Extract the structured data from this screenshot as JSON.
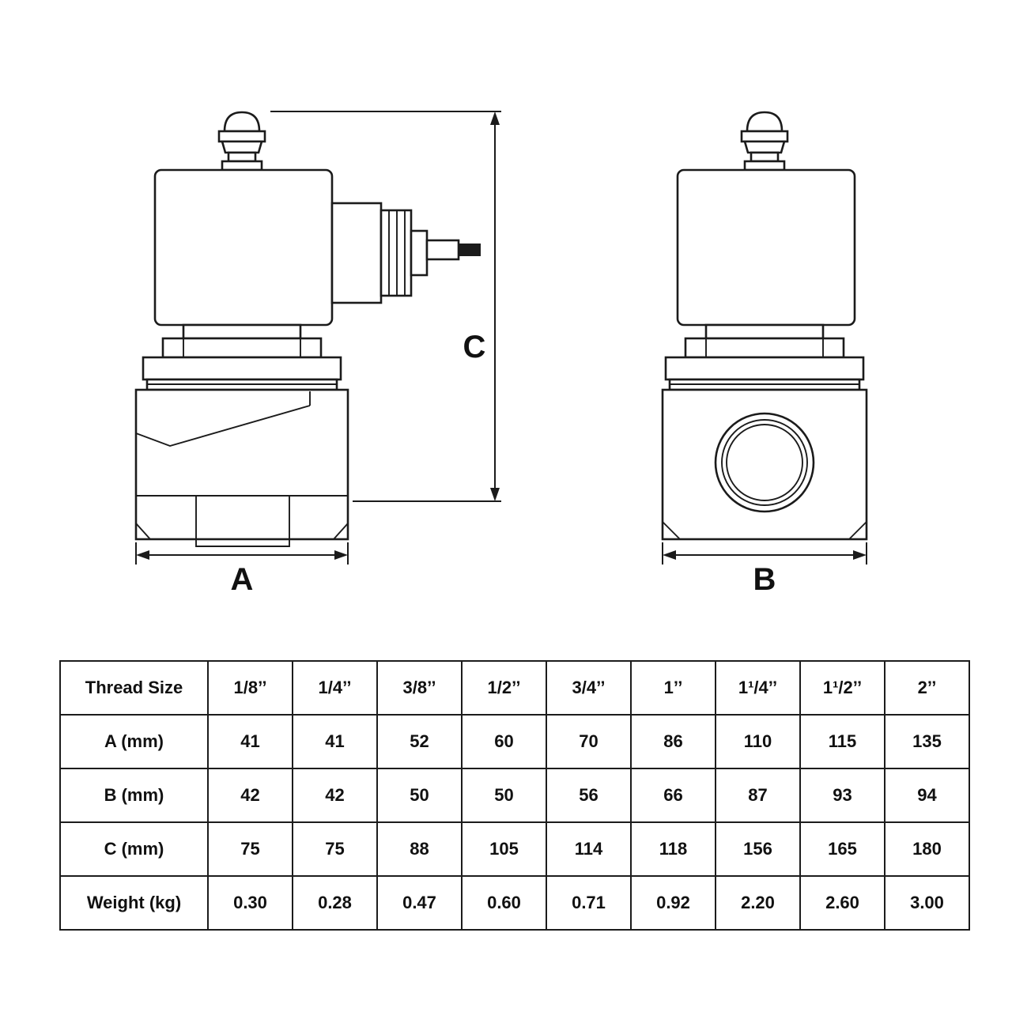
{
  "diagram": {
    "dim_labels": {
      "a": "A",
      "b": "B",
      "c": "C"
    }
  },
  "table": {
    "rows": [
      {
        "header": "Thread Size",
        "values": [
          "1/8’’",
          "1/4’’",
          "3/8’’",
          "1/2’’",
          "3/4’’",
          "1’’",
          "1¹/4’’",
          "1¹/2’’",
          "2’’"
        ]
      },
      {
        "header": "A (mm)",
        "values": [
          "41",
          "41",
          "52",
          "60",
          "70",
          "86",
          "110",
          "115",
          "135"
        ]
      },
      {
        "header": "B (mm)",
        "values": [
          "42",
          "42",
          "50",
          "50",
          "56",
          "66",
          "87",
          "93",
          "94"
        ]
      },
      {
        "header": "C (mm)",
        "values": [
          "75",
          "75",
          "88",
          "105",
          "114",
          "118",
          "156",
          "165",
          "180"
        ]
      },
      {
        "header": "Weight (kg)",
        "values": [
          "0.30",
          "0.28",
          "0.47",
          "0.60",
          "0.71",
          "0.92",
          "2.20",
          "2.60",
          "3.00"
        ]
      }
    ]
  }
}
